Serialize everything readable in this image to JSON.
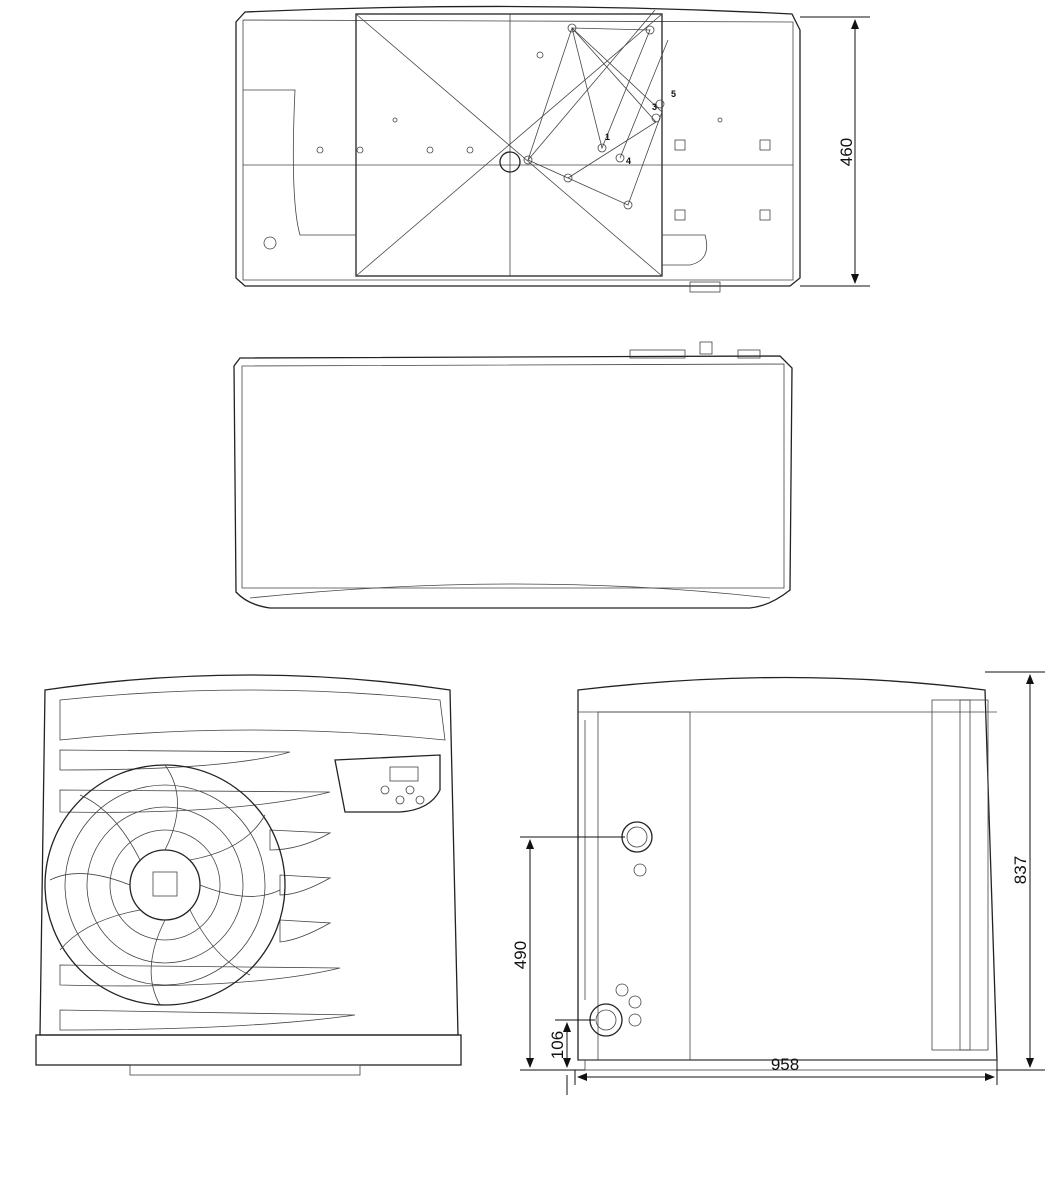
{
  "dimensions": {
    "depth": "460",
    "height": "837",
    "water_inlet_height": "490",
    "water_outlet_height": "106",
    "length": "958"
  },
  "fixing_points": [
    "1",
    "3",
    "4",
    "5"
  ],
  "colors": {
    "line": "#222222",
    "background": "#ffffff"
  }
}
